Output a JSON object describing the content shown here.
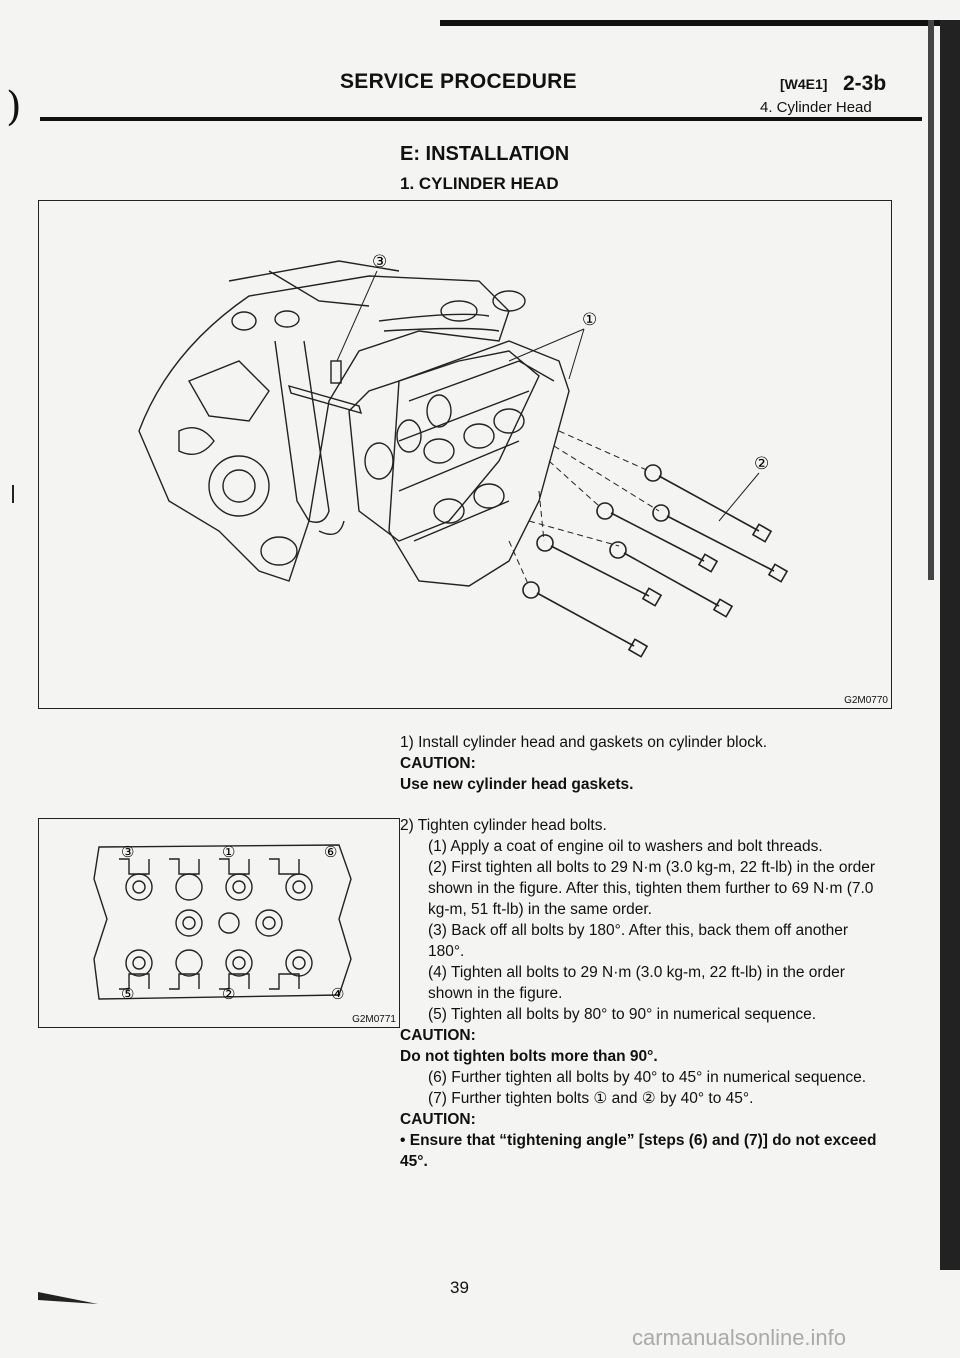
{
  "header": {
    "title": "SERVICE PROCEDURE",
    "code": "[W4E1]",
    "section": "2-3b",
    "subtitle": "4. Cylinder Head"
  },
  "section_heading": "E: INSTALLATION",
  "sub_heading": "1. CYLINDER HEAD",
  "figure1": {
    "code": "G2M0770",
    "callouts": [
      "③",
      "①",
      "②"
    ]
  },
  "figure2": {
    "code": "G2M0771",
    "callouts": [
      "③",
      "①",
      "⑥",
      "⑤",
      "②",
      "④"
    ]
  },
  "body": {
    "step1": "1) Install cylinder head and gaskets on cylinder block.",
    "caution1_label": "CAUTION:",
    "caution1_text": "Use new cylinder head gaskets.",
    "step2": "2) Tighten cylinder head bolts.",
    "sub1": "(1) Apply a coat of engine oil to washers and bolt threads.",
    "sub2": "(2) First tighten all bolts to 29 N·m (3.0 kg-m, 22 ft-lb) in the order shown in the figure. After this, tighten them further to 69 N·m (7.0 kg-m, 51 ft-lb) in the same order.",
    "sub3": "(3) Back off all bolts by 180°. After this, back them off another 180°.",
    "sub4": "(4) Tighten all bolts to 29 N·m (3.0 kg-m, 22 ft-lb) in the order shown in the figure.",
    "sub5": "(5) Tighten all bolts by 80° to 90° in numerical sequence.",
    "caution2_label": "CAUTION:",
    "caution2_text": "Do not tighten bolts more than 90°.",
    "sub6": "(6) Further tighten all bolts by 40° to 45° in numerical sequence.",
    "sub7": "(7) Further tighten bolts ① and ② by 40° to 45°.",
    "caution3_label": "CAUTION:",
    "caution3_text": "• Ensure that “tightening angle” [steps (6) and (7)] do not exceed 45°."
  },
  "page_number": "39",
  "watermark": "carmanualsonline.info"
}
